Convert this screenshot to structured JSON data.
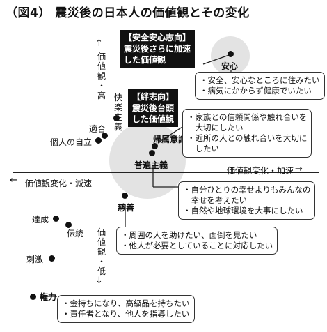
{
  "title": "（図4） 震災後の日本人の価値観とその変化",
  "axes": {
    "right_label": "価値観変化・加速",
    "left_label": "価値観変化・減速",
    "up_chars": [
      "価",
      "値",
      "観",
      "・",
      "高"
    ],
    "down_chars": [
      "価",
      "値",
      "観",
      "・",
      "低"
    ],
    "up_arrow": "↑",
    "down_arrow": "↓",
    "right_arrow": "→",
    "left_arrow": "←"
  },
  "points": {
    "anshin": "安心",
    "kairaku": [
      "快",
      "楽",
      "主",
      "義"
    ],
    "tekigo": "適合",
    "kojin": "個人の自立",
    "kizoku": "帰属意識",
    "fuhen": "普遍主義",
    "jizen": "慈善",
    "tassei": "達成",
    "dento": "伝統",
    "shigeki": "刺激",
    "kenryoku": "権力"
  },
  "callouts": {
    "c1": [
      "【安全安心志向】",
      "震災後さらに加速",
      "した価値観"
    ],
    "c2": [
      "【絆志向】",
      "震災後台頭",
      "した価値観"
    ]
  },
  "boxes": {
    "b1": [
      "・安全、安心なところに住みたい",
      "・病気にかからず健康でいたい"
    ],
    "b2": [
      "・家族との信頼関係や触れ合いを",
      "　大切にしたい",
      "・近所の人との触れ合いを大切に",
      "　したい"
    ],
    "b3": [
      "・自分ひとりの幸せよりもみんなの",
      "　幸せを考えたい",
      "・自然や地球環境を大事にしたい"
    ],
    "b4": [
      "・周囲の人を助けたい、面倒を見たい",
      "・他人が必要としていることに対応したい"
    ],
    "b5": [
      "・金持ちになり、高級品を持ちたい",
      "・責任者となり、他人を指導したい"
    ]
  }
}
